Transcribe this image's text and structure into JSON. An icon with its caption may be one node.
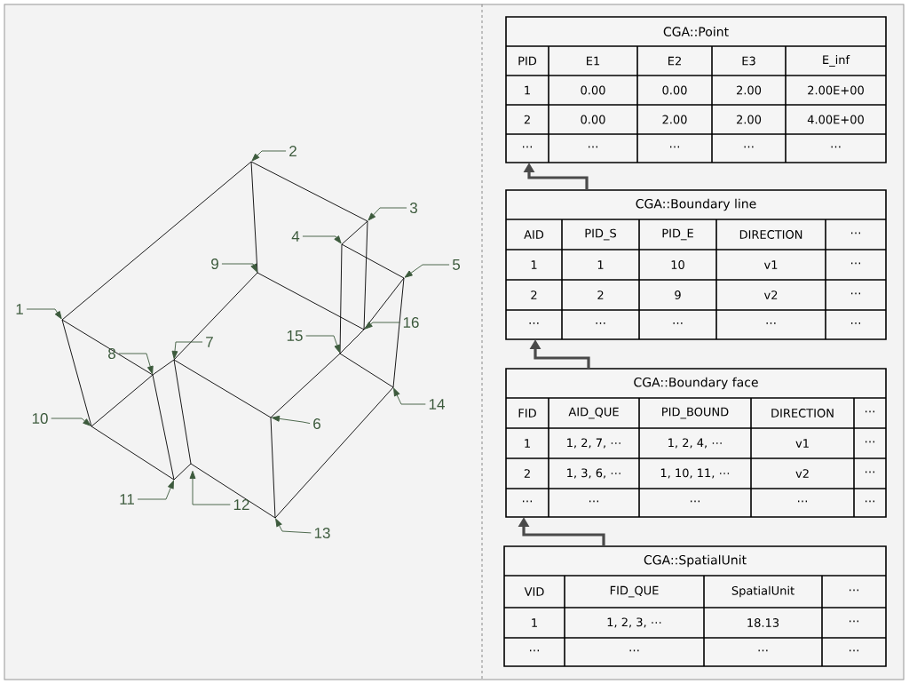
{
  "diagram": {
    "nodes": [
      {
        "text": [
          "1"
        ]
      },
      {
        "text": [
          "2"
        ]
      },
      {
        "text": [
          "3"
        ]
      },
      {
        "text": [
          "4"
        ]
      },
      {
        "text": [
          "5"
        ]
      },
      {
        "text": [
          "6"
        ]
      },
      {
        "text": [
          "7"
        ]
      },
      {
        "text": [
          "8"
        ]
      },
      {
        "text": [
          "9"
        ]
      },
      {
        "text": [
          "10"
        ]
      },
      {
        "text": [
          "11"
        ]
      },
      {
        "text": [
          "12"
        ]
      },
      {
        "text": [
          "13"
        ]
      },
      {
        "text": [
          "14"
        ]
      },
      {
        "text": [
          "15"
        ]
      },
      {
        "text": [
          "16"
        ]
      },
      {
        "text": [
          "CGA::Point",
          "PID",
          "E1",
          "E2",
          "E3",
          "E_inf",
          "1",
          "0.00",
          "0.00",
          "2.00",
          "2.00E+00",
          "2",
          "0.00",
          "2.00",
          "2.00",
          "4.00E+00",
          "⋯",
          "⋯",
          "⋯",
          "⋯",
          "⋯"
        ]
      },
      {
        "text": [
          "CGA::Boundary line",
          "AID",
          "PID_S",
          "PID_E",
          "DIRECTION",
          "⋯",
          "1",
          "1",
          "10",
          "v1",
          "⋯",
          "2",
          "2",
          "9",
          "v2",
          "⋯",
          "⋯",
          "⋯",
          "⋯",
          "⋯",
          "⋯"
        ]
      },
      {
        "text": [
          "CGA::Boundary face",
          "FID",
          "AID_QUE",
          "PID_BOUND",
          "DIRECTION",
          "⋯",
          "1",
          "1, 2, 7, ⋯",
          "1, 2, 4, ⋯",
          "v1",
          "⋯",
          "2",
          "1, 3, 6, ⋯",
          "1, 10, 11, ⋯",
          "v2",
          "⋯",
          "⋯",
          "⋯",
          "⋯",
          "⋯",
          "⋯"
        ]
      },
      {
        "text": [
          "CGA::SpatialUnit",
          "VID",
          "FID_QUE",
          "SpatialUnit",
          "⋯",
          "1",
          "1, 2, 3, ⋯",
          "18.13",
          "⋯",
          "⋯",
          "⋯",
          "⋯",
          "⋯"
        ]
      }
    ],
    "edges": [
      {
        "from": 0,
        "to": null,
        "arrow": "to"
      },
      {
        "from": 1,
        "to": null,
        "arrow": "to"
      },
      {
        "from": 2,
        "to": null,
        "arrow": "to"
      },
      {
        "from": 3,
        "to": null,
        "arrow": "to"
      },
      {
        "from": 4,
        "to": null,
        "arrow": "to"
      },
      {
        "from": 5,
        "to": null,
        "arrow": "to"
      },
      {
        "from": 6,
        "to": null,
        "arrow": "to"
      },
      {
        "from": 7,
        "to": null,
        "arrow": "to"
      },
      {
        "from": 8,
        "to": null,
        "arrow": "to"
      },
      {
        "from": 9,
        "to": null,
        "arrow": "to"
      },
      {
        "from": 10,
        "to": null,
        "arrow": "to"
      },
      {
        "from": 11,
        "to": null,
        "arrow": "to"
      },
      {
        "from": 12,
        "to": null,
        "arrow": "to"
      },
      {
        "from": 13,
        "to": null,
        "arrow": "to"
      },
      {
        "from": 14,
        "to": null,
        "arrow": "to"
      },
      {
        "from": 15,
        "to": null,
        "arrow": "to"
      },
      {
        "from": 17,
        "to": 16,
        "arrow": "to",
        "style": "thick",
        "color": "#4a4a4a"
      },
      {
        "from": 18,
        "to": 17,
        "arrow": "to",
        "style": "thick",
        "color": "#4a4a4a"
      },
      {
        "from": 19,
        "to": 18,
        "arrow": "to",
        "style": "thick",
        "color": "#4a4a4a"
      }
    ]
  }
}
